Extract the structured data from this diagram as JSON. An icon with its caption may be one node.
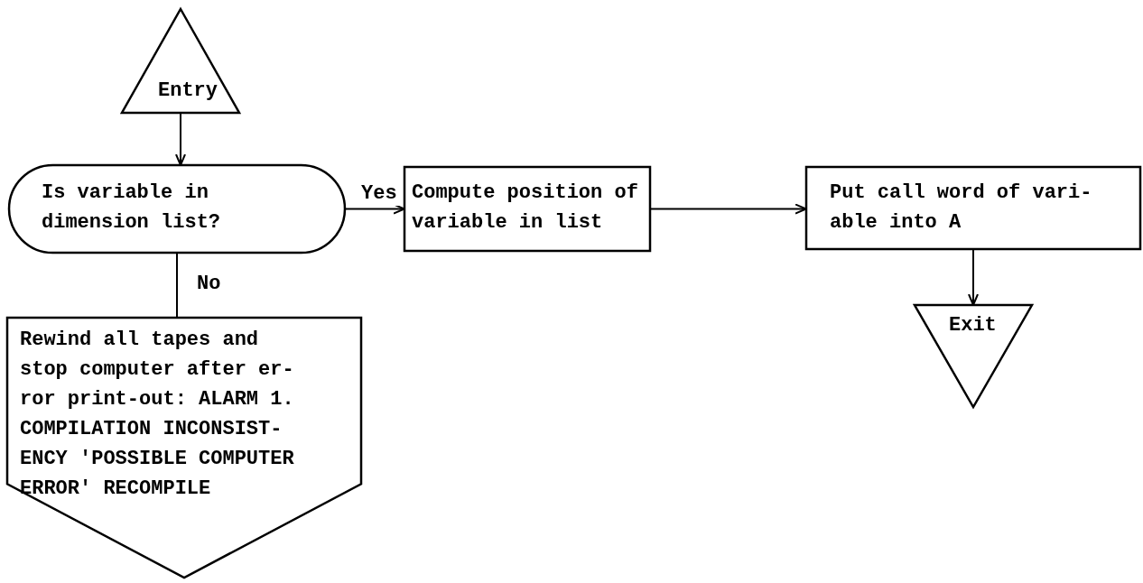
{
  "diagram": {
    "nodes": [
      {
        "text": [
          "Entry"
        ]
      },
      {
        "text": [
          "Is variable in dimension list?"
        ]
      },
      {
        "text": [
          "Compute position of variable in list"
        ]
      },
      {
        "text": [
          "Put call word of vari- able into A"
        ]
      },
      {
        "text": [
          "Exit"
        ]
      },
      {
        "text": [
          "Rewind all tapes and stop computer after er- ror print-out: ALARM 1. COMPILATION INCONSIST- ENCY 'POSSIBLE COMPUTER ERROR' RECOMPILE"
        ]
      }
    ],
    "edges": [
      {
        "from": 0,
        "to": 1,
        "arrow": "to"
      },
      {
        "from": 1,
        "to": 2,
        "arrow": "to",
        "label": "Yes"
      },
      {
        "from": 2,
        "to": 3,
        "arrow": "to"
      },
      {
        "from": 3,
        "to": 4,
        "arrow": "to"
      },
      {
        "from": 1,
        "to": 5,
        "arrow": "none",
        "label": "No"
      }
    ]
  }
}
